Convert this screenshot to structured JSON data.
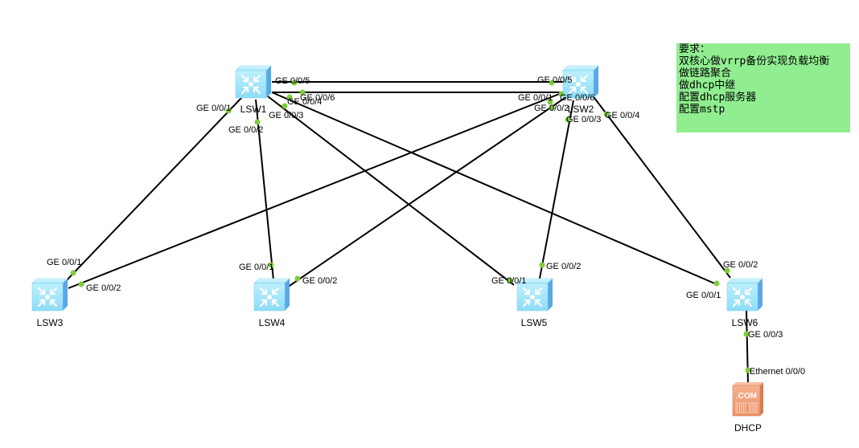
{
  "devices": [
    {
      "id": "LSW1",
      "label": "LSW1",
      "type": "switch"
    },
    {
      "id": "LSW2",
      "label": "LSW2",
      "type": "switch"
    },
    {
      "id": "LSW3",
      "label": "LSW3",
      "type": "switch"
    },
    {
      "id": "LSW4",
      "label": "LSW4",
      "type": "switch"
    },
    {
      "id": "LSW5",
      "label": "LSW5",
      "type": "switch"
    },
    {
      "id": "LSW6",
      "label": "LSW6",
      "type": "switch"
    },
    {
      "id": "DHCP",
      "label": "DHCP",
      "type": "server",
      "icon_text": ".COM"
    }
  ],
  "links": [
    {
      "a": "LSW1",
      "a_port": "GE 0/0/5",
      "b": "LSW2",
      "b_port": "GE 0/0/5"
    },
    {
      "a": "LSW1",
      "a_port": "GE 0/0/6",
      "b": "LSW2",
      "b_port": "GE 0/0/6"
    },
    {
      "a": "LSW1",
      "a_port": "GE 0/0/1",
      "b": "LSW3",
      "b_port": "GE 0/0/1"
    },
    {
      "a": "LSW1",
      "a_port": "GE 0/0/2",
      "b": "LSW4",
      "b_port": "GE 0/0/1"
    },
    {
      "a": "LSW1",
      "a_port": "GE 0/0/3",
      "b": "LSW5",
      "b_port": "GE 0/0/1"
    },
    {
      "a": "LSW1",
      "a_port": "GE 0/0/4",
      "b": "LSW6",
      "b_port": "GE 0/0/1"
    },
    {
      "a": "LSW2",
      "a_port": "GE 0/0/1",
      "b": "LSW3",
      "b_port": "GE 0/0/2"
    },
    {
      "a": "LSW2",
      "a_port": "GE 0/0/2",
      "b": "LSW4",
      "b_port": "GE 0/0/2"
    },
    {
      "a": "LSW2",
      "a_port": "GE 0/0/3",
      "b": "LSW5",
      "b_port": "GE 0/0/2"
    },
    {
      "a": "LSW2",
      "a_port": "GE 0/0/4",
      "b": "LSW6",
      "b_port": "GE 0/0/2"
    },
    {
      "a": "LSW6",
      "a_port": "GE 0/0/3",
      "b": "DHCP",
      "b_port": "Ethernet 0/0/0"
    }
  ],
  "note": {
    "lines": [
      "要求：",
      "双核心做vrrp备份实现负载均衡",
      "做链路聚合",
      "做dhcp中继",
      "配置dhcp服务器",
      "配置mstp"
    ]
  },
  "colors": {
    "note_bg": "#90ee90",
    "port_dot": "#7ccd3c",
    "link": "#000000",
    "switch_front": "#9ee4f8",
    "switch_side": "#5aa7e8",
    "server": "#f4a57f"
  }
}
